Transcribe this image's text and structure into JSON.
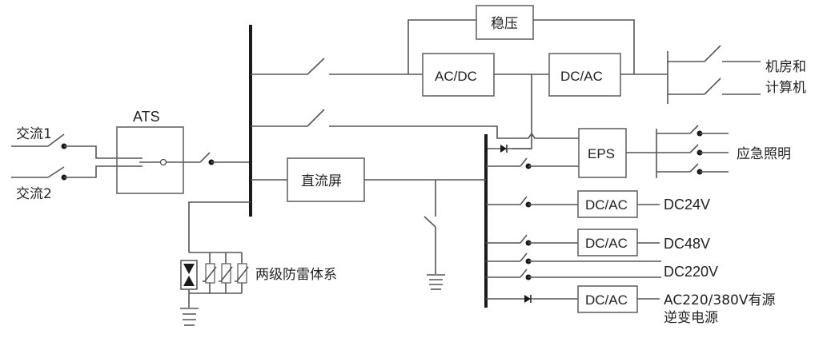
{
  "diagram": {
    "inputs": {
      "ac1": "交流1",
      "ac2": "交流2"
    },
    "ats_label": "ATS",
    "blocks": {
      "regulator": "稳压",
      "ac_dc": "AC/DC",
      "dc_ac_top": "DC/AC",
      "eps": "EPS",
      "dc_panel": "直流屏",
      "dc_ac_24": "DC/AC",
      "dc_ac_48": "DC/AC",
      "dc_ac_inverter": "DC/AC"
    },
    "outputs": {
      "computer_room_line1": "机房和",
      "computer_room_line2": "计算机",
      "emergency_lighting": "应急照明",
      "dc24": "DC24V",
      "dc48": "DC48V",
      "dc220": "DC220V",
      "inverter_line1": "AC220/380V有源",
      "inverter_line2": "逆变电源"
    },
    "surge_protection": "两级防雷体系"
  }
}
